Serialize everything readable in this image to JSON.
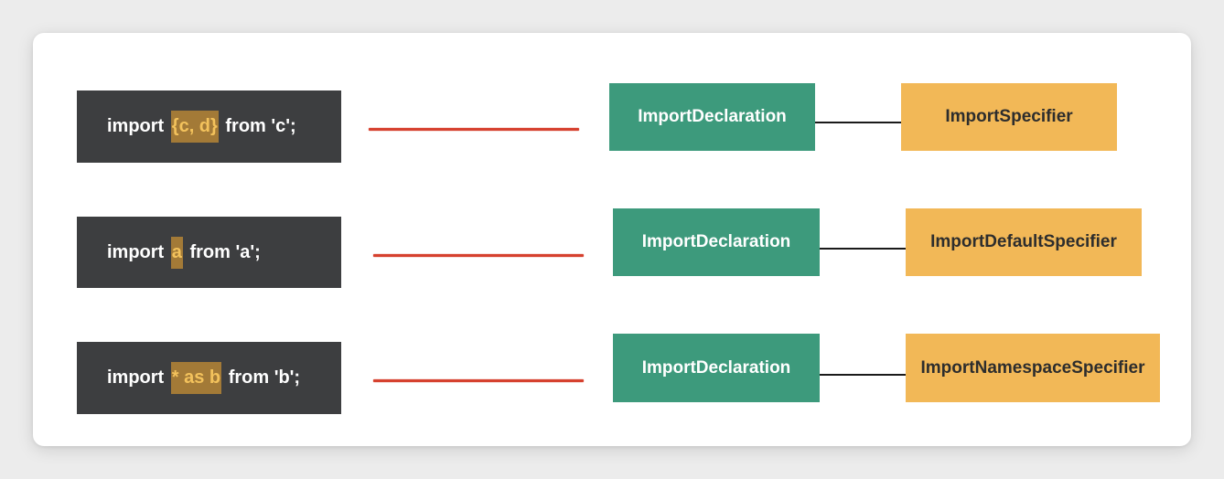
{
  "rows": [
    {
      "code": {
        "before": "import ",
        "highlight": "{c, d}",
        "after": " from 'c';"
      },
      "declaration": "ImportDeclaration",
      "specifier": "ImportSpecifier"
    },
    {
      "code": {
        "before": "import ",
        "highlight": "a",
        "after": " from 'a';"
      },
      "declaration": "ImportDeclaration",
      "specifier": "ImportDefaultSpecifier"
    },
    {
      "code": {
        "before": "import ",
        "highlight": "* as b",
        "after": " from 'b';"
      },
      "declaration": "ImportDeclaration",
      "specifier": "ImportNamespaceSpecifier"
    }
  ],
  "colors": {
    "code_bg": "#3d3e40",
    "highlight_bg": "#a37a37",
    "highlight_text": "#f3c25c",
    "connector_red": "#d6412f",
    "declaration_bg": "#3d9a7c",
    "specifier_bg": "#f2b857"
  }
}
